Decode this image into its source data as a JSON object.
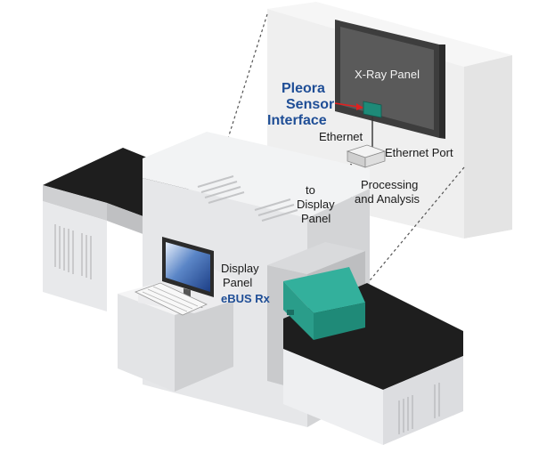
{
  "labels": {
    "xray_panel": "X-Ray Panel",
    "sensor_interface": [
      "Pleora",
      "Sensor",
      "Interface"
    ],
    "ethernet": "Ethernet",
    "ethernet_port": "Ethernet Port",
    "processing": [
      "Processing",
      "and Analysis"
    ],
    "to_display": [
      "to",
      "Display",
      "Panel"
    ],
    "display_panel": [
      "Display",
      "Panel"
    ],
    "ebus_rx": "eBUS Rx"
  },
  "colors": {
    "accent_blue": "#1f4e96",
    "arrow_red": "#e02020",
    "luggage_teal": "#2a9d8a",
    "belt_black": "#1e1e1e",
    "machine_gray": "#e6e7e9",
    "xray_panel_dark": "#4a4a4a",
    "sensor_green": "#1e8a78"
  }
}
